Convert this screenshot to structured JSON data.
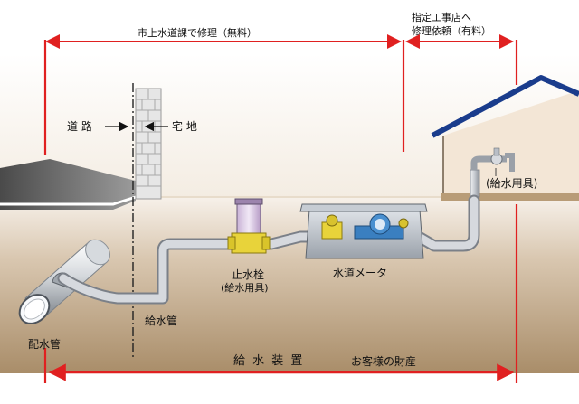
{
  "labels": {
    "city_repair": "市上水道課で修理（無料）",
    "contractor_line1": "指定工事店へ",
    "contractor_line2": "修理依頼（有料）",
    "road": "道 路",
    "residential": "宅 地",
    "faucet": "(給水用具)",
    "stop_valve": "止水栓",
    "stop_valve_sub": "(給水用具)",
    "water_meter": "水道メータ",
    "service_pipe": "給水管",
    "distribution_pipe": "配水管",
    "supply_device": "給 水 装 置",
    "customer_property": "お客様の財産"
  },
  "colors": {
    "accent_red": "#e02020",
    "soil_light": "#f4ece2",
    "soil_dark": "#b49a78",
    "house_line": "#1a3c8c",
    "pipe_gray": "#c9ccd2",
    "valve_yellow": "#e8d33a",
    "meter_blue": "#3a7fc0"
  },
  "icons": [
    "house-icon",
    "faucet-icon",
    "stop-valve-icon",
    "water-meter-icon",
    "brick-wall-icon",
    "pipe-icon"
  ]
}
